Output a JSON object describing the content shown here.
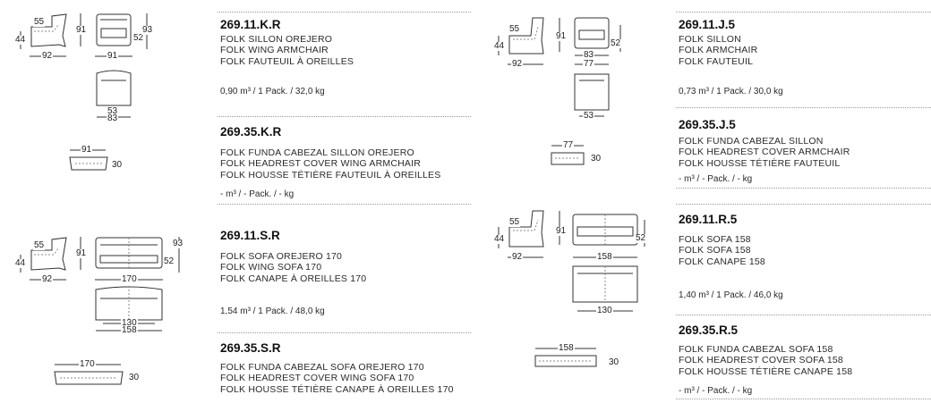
{
  "products": [
    {
      "code": "269.11.K.R",
      "names": [
        "FOLK SILLON OREJERO",
        "FOLK WING ARMCHAIR",
        "FOLK FAUTEUIL À OREILLES"
      ],
      "meta": "0,90 m³ / 1 Pack. / 32,0 kg"
    },
    {
      "code": "269.35.K.R",
      "names": [
        "FOLK FUNDA CABEZAL SILLON OREJERO",
        "FOLK HEADREST COVER WING ARMCHAIR",
        "FOLK HOUSSE TÉTIÈRE FAUTEUIL À OREILLES"
      ],
      "meta": "- m³ / - Pack. /  - kg"
    },
    {
      "code": "269.11.S.R",
      "names": [
        "FOLK SOFA OREJERO 170",
        "FOLK WING SOFA 170",
        "FOLK CANAPE À OREILLES 170"
      ],
      "meta": "1,54 m³ / 1 Pack. / 48,0 kg"
    },
    {
      "code": "269.35.S.R",
      "names": [
        "FOLK FUNDA CABEZAL SOFA OREJERO 170",
        "FOLK HEADREST COVER WING SOFA 170",
        "FOLK HOUSSE TÉTIÈRE CANAPE À OREILLES 170"
      ]
    },
    {
      "code": "269.11.J.5",
      "names": [
        "FOLK SILLON",
        "FOLK ARMCHAIR",
        "FOLK FAUTEUIL"
      ],
      "meta": "0,73 m³ / 1 Pack. / 30,0 kg"
    },
    {
      "code": "269.35.J.5",
      "names": [
        "FOLK FUNDA CABEZAL SILLON",
        "FOLK HEADREST COVER ARMCHAIR",
        "FOLK HOUSSE TÉTIÈRE FAUTEUIL"
      ],
      "meta": "- m³ / - Pack. /  - kg"
    },
    {
      "code": "269.11.R.5",
      "names": [
        "FOLK SOFA 158",
        "FOLK SOFA 158",
        "FOLK CANAPE 158"
      ],
      "meta": "1,40 m³ / 1 Pack. / 46,0 kg"
    },
    {
      "code": "269.35.R.5",
      "names": [
        "FOLK FUNDA CABEZAL SOFA 158",
        "FOLK HEADREST COVER SOFA 158",
        "FOLK HOUSSE TÉTIÈRE CANAPE 158"
      ],
      "meta": "- m³ / - Pack. /  - kg"
    }
  ],
  "dims": {
    "kr": {
      "d": "55",
      "h": "44",
      "w": "92",
      "h2": "91",
      "fw": "91",
      "sh": "52",
      "fh": "93",
      "t1": "53",
      "t2": "83"
    },
    "kr35": {
      "w": "91",
      "h": "30"
    },
    "sr": {
      "d": "55",
      "h": "44",
      "w": "92",
      "h2": "91",
      "fw": "170",
      "sh": "52",
      "fh": "93",
      "t1": "130",
      "t2": "158"
    },
    "sr35": {
      "w": "170",
      "h": "30"
    },
    "j5": {
      "d": "55",
      "h": "44",
      "w": "92",
      "h2": "91",
      "fw": "83",
      "sh": "52",
      "t0": "77",
      "t1": "53"
    },
    "j535": {
      "w": "77",
      "h": "30"
    },
    "r5": {
      "d": "55",
      "h": "44",
      "w": "92",
      "h2": "91",
      "fw": "158",
      "sh": "52",
      "t1": "130"
    },
    "r535": {
      "w": "158",
      "h": "30"
    }
  }
}
